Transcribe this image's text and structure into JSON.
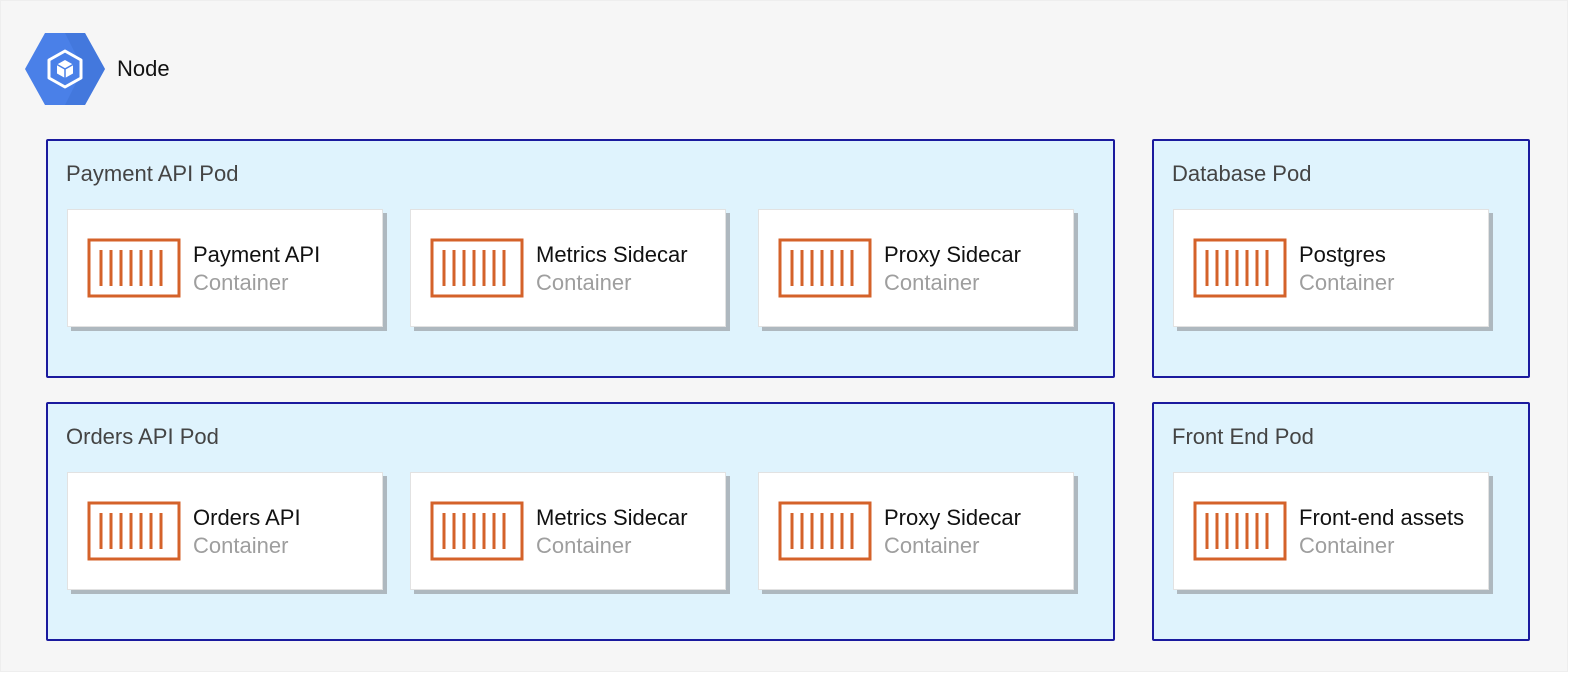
{
  "node": {
    "title": "Node"
  },
  "colors": {
    "pod_fill": "#dff3fd",
    "pod_border": "#1a1a9e",
    "container_icon": "#d4622a",
    "node_icon": "#4a80e8"
  },
  "pods": [
    {
      "title": "Payment API Pod",
      "containers": [
        {
          "name": "Payment API",
          "type": "Container"
        },
        {
          "name": "Metrics Sidecar",
          "type": "Container"
        },
        {
          "name": "Proxy Sidecar",
          "type": "Container"
        }
      ]
    },
    {
      "title": "Database Pod",
      "containers": [
        {
          "name": "Postgres",
          "type": "Container"
        }
      ]
    },
    {
      "title": "Orders API Pod",
      "containers": [
        {
          "name": "Orders API",
          "type": "Container"
        },
        {
          "name": "Metrics Sidecar",
          "type": "Container"
        },
        {
          "name": "Proxy Sidecar",
          "type": "Container"
        }
      ]
    },
    {
      "title": "Front End Pod",
      "containers": [
        {
          "name": "Front-end assets",
          "type": "Container"
        }
      ]
    }
  ]
}
